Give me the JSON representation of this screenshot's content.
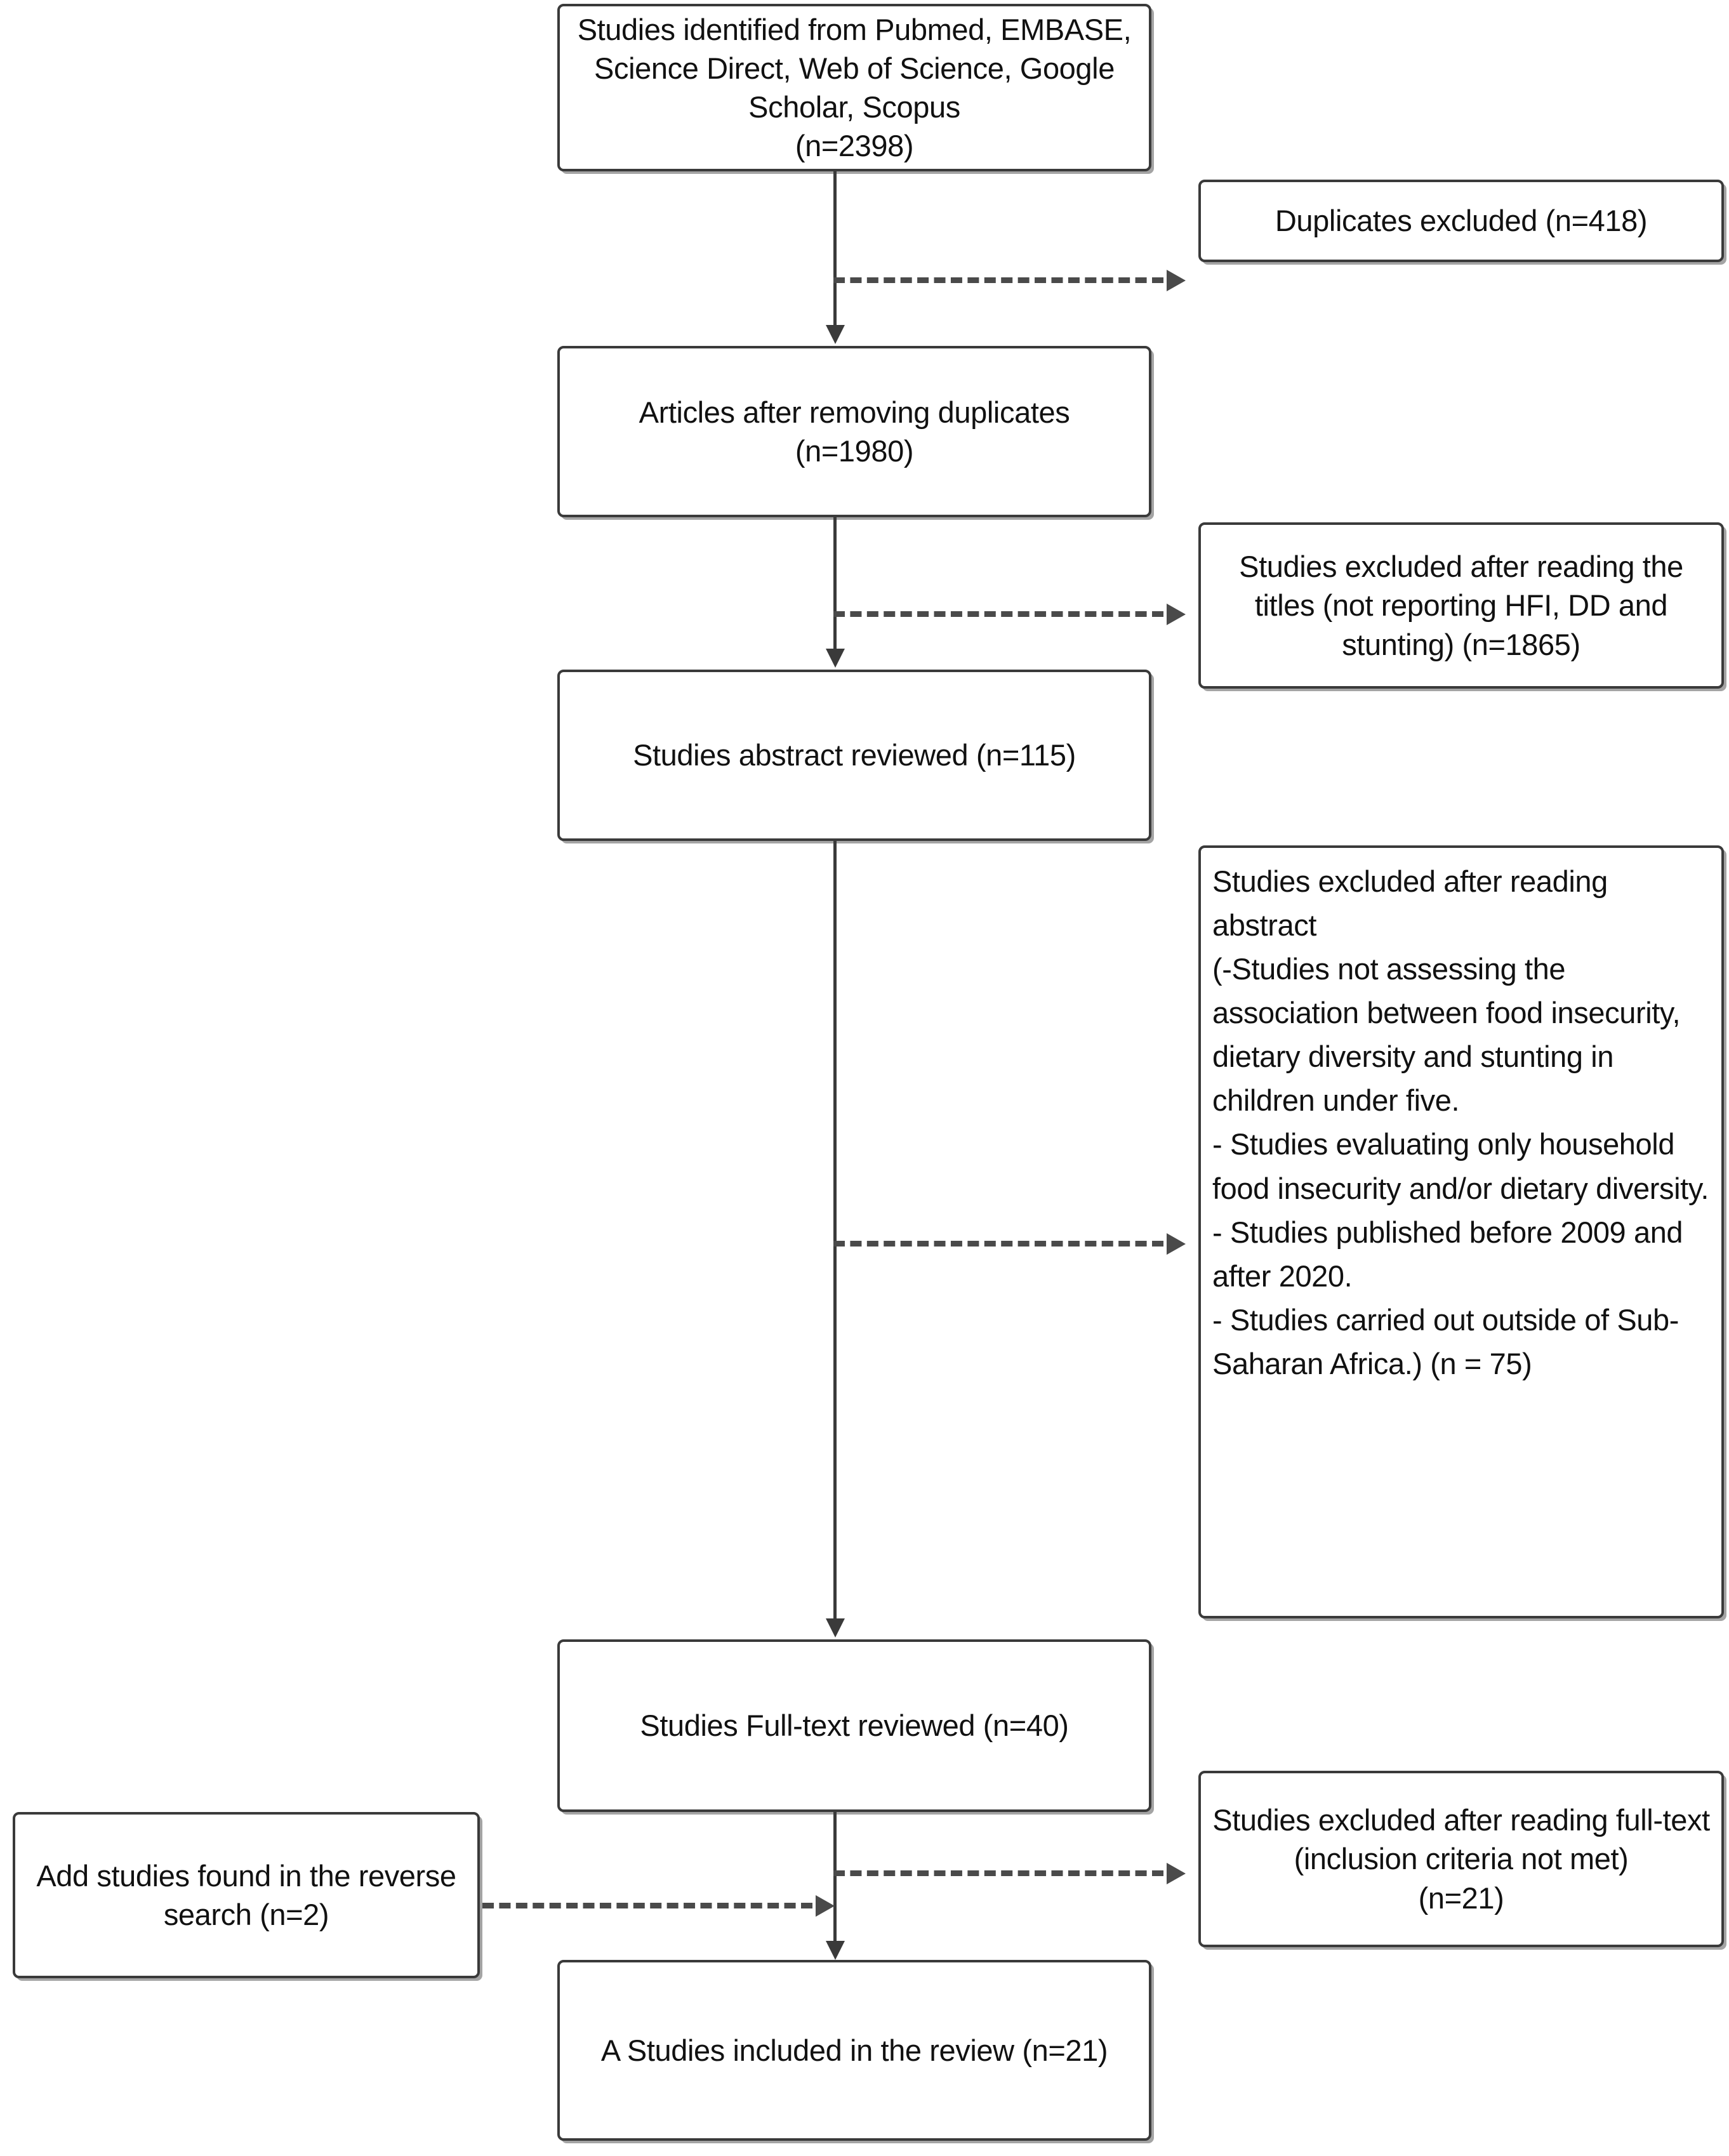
{
  "diagram": {
    "type": "prisma-flow-diagram",
    "identification": {
      "label": "Studies identified from Pubmed, EMBASE, Science Direct, Web of Science, Google Scholar, Scopus\n(n=2398)",
      "count": 2398
    },
    "duplicates_excluded": {
      "label": "Duplicates excluded (n=418)",
      "count": 418
    },
    "after_duplicates": {
      "label": "Articles after removing duplicates\n(n=1980)",
      "count": 1980
    },
    "titles_excluded": {
      "label": "Studies excluded after reading the titles (not reporting HFI, DD and stunting) (n=1865)",
      "count": 1865
    },
    "abstract_reviewed": {
      "label": "Studies abstract reviewed (n=115)",
      "count": 115
    },
    "abstract_excluded": {
      "label": "Studies excluded after reading abstract\n(-Studies not assessing the association between food insecurity, dietary diversity and stunting in children under five.\n- Studies evaluating only household food insecurity and/or dietary diversity.\n- Studies published before 2009 and after 2020.\n- Studies carried out outside of Sub-Saharan Africa.) (n = 75)",
      "count": 75
    },
    "fulltext_reviewed": {
      "label": "Studies Full-text reviewed (n=40)",
      "count": 40
    },
    "reverse_search": {
      "label": "Add studies found in the reverse search (n=2)",
      "count": 2
    },
    "fulltext_excluded": {
      "label": "Studies excluded after reading full-text (inclusion criteria not met)\n(n=21)",
      "count": 21
    },
    "included": {
      "label": "A Studies included in the review (n=21)",
      "count": 21
    },
    "colors": {
      "box_border": "#3a3a3a",
      "connector": "#4a4a4a",
      "background": "#ffffff",
      "text": "#111111"
    }
  }
}
